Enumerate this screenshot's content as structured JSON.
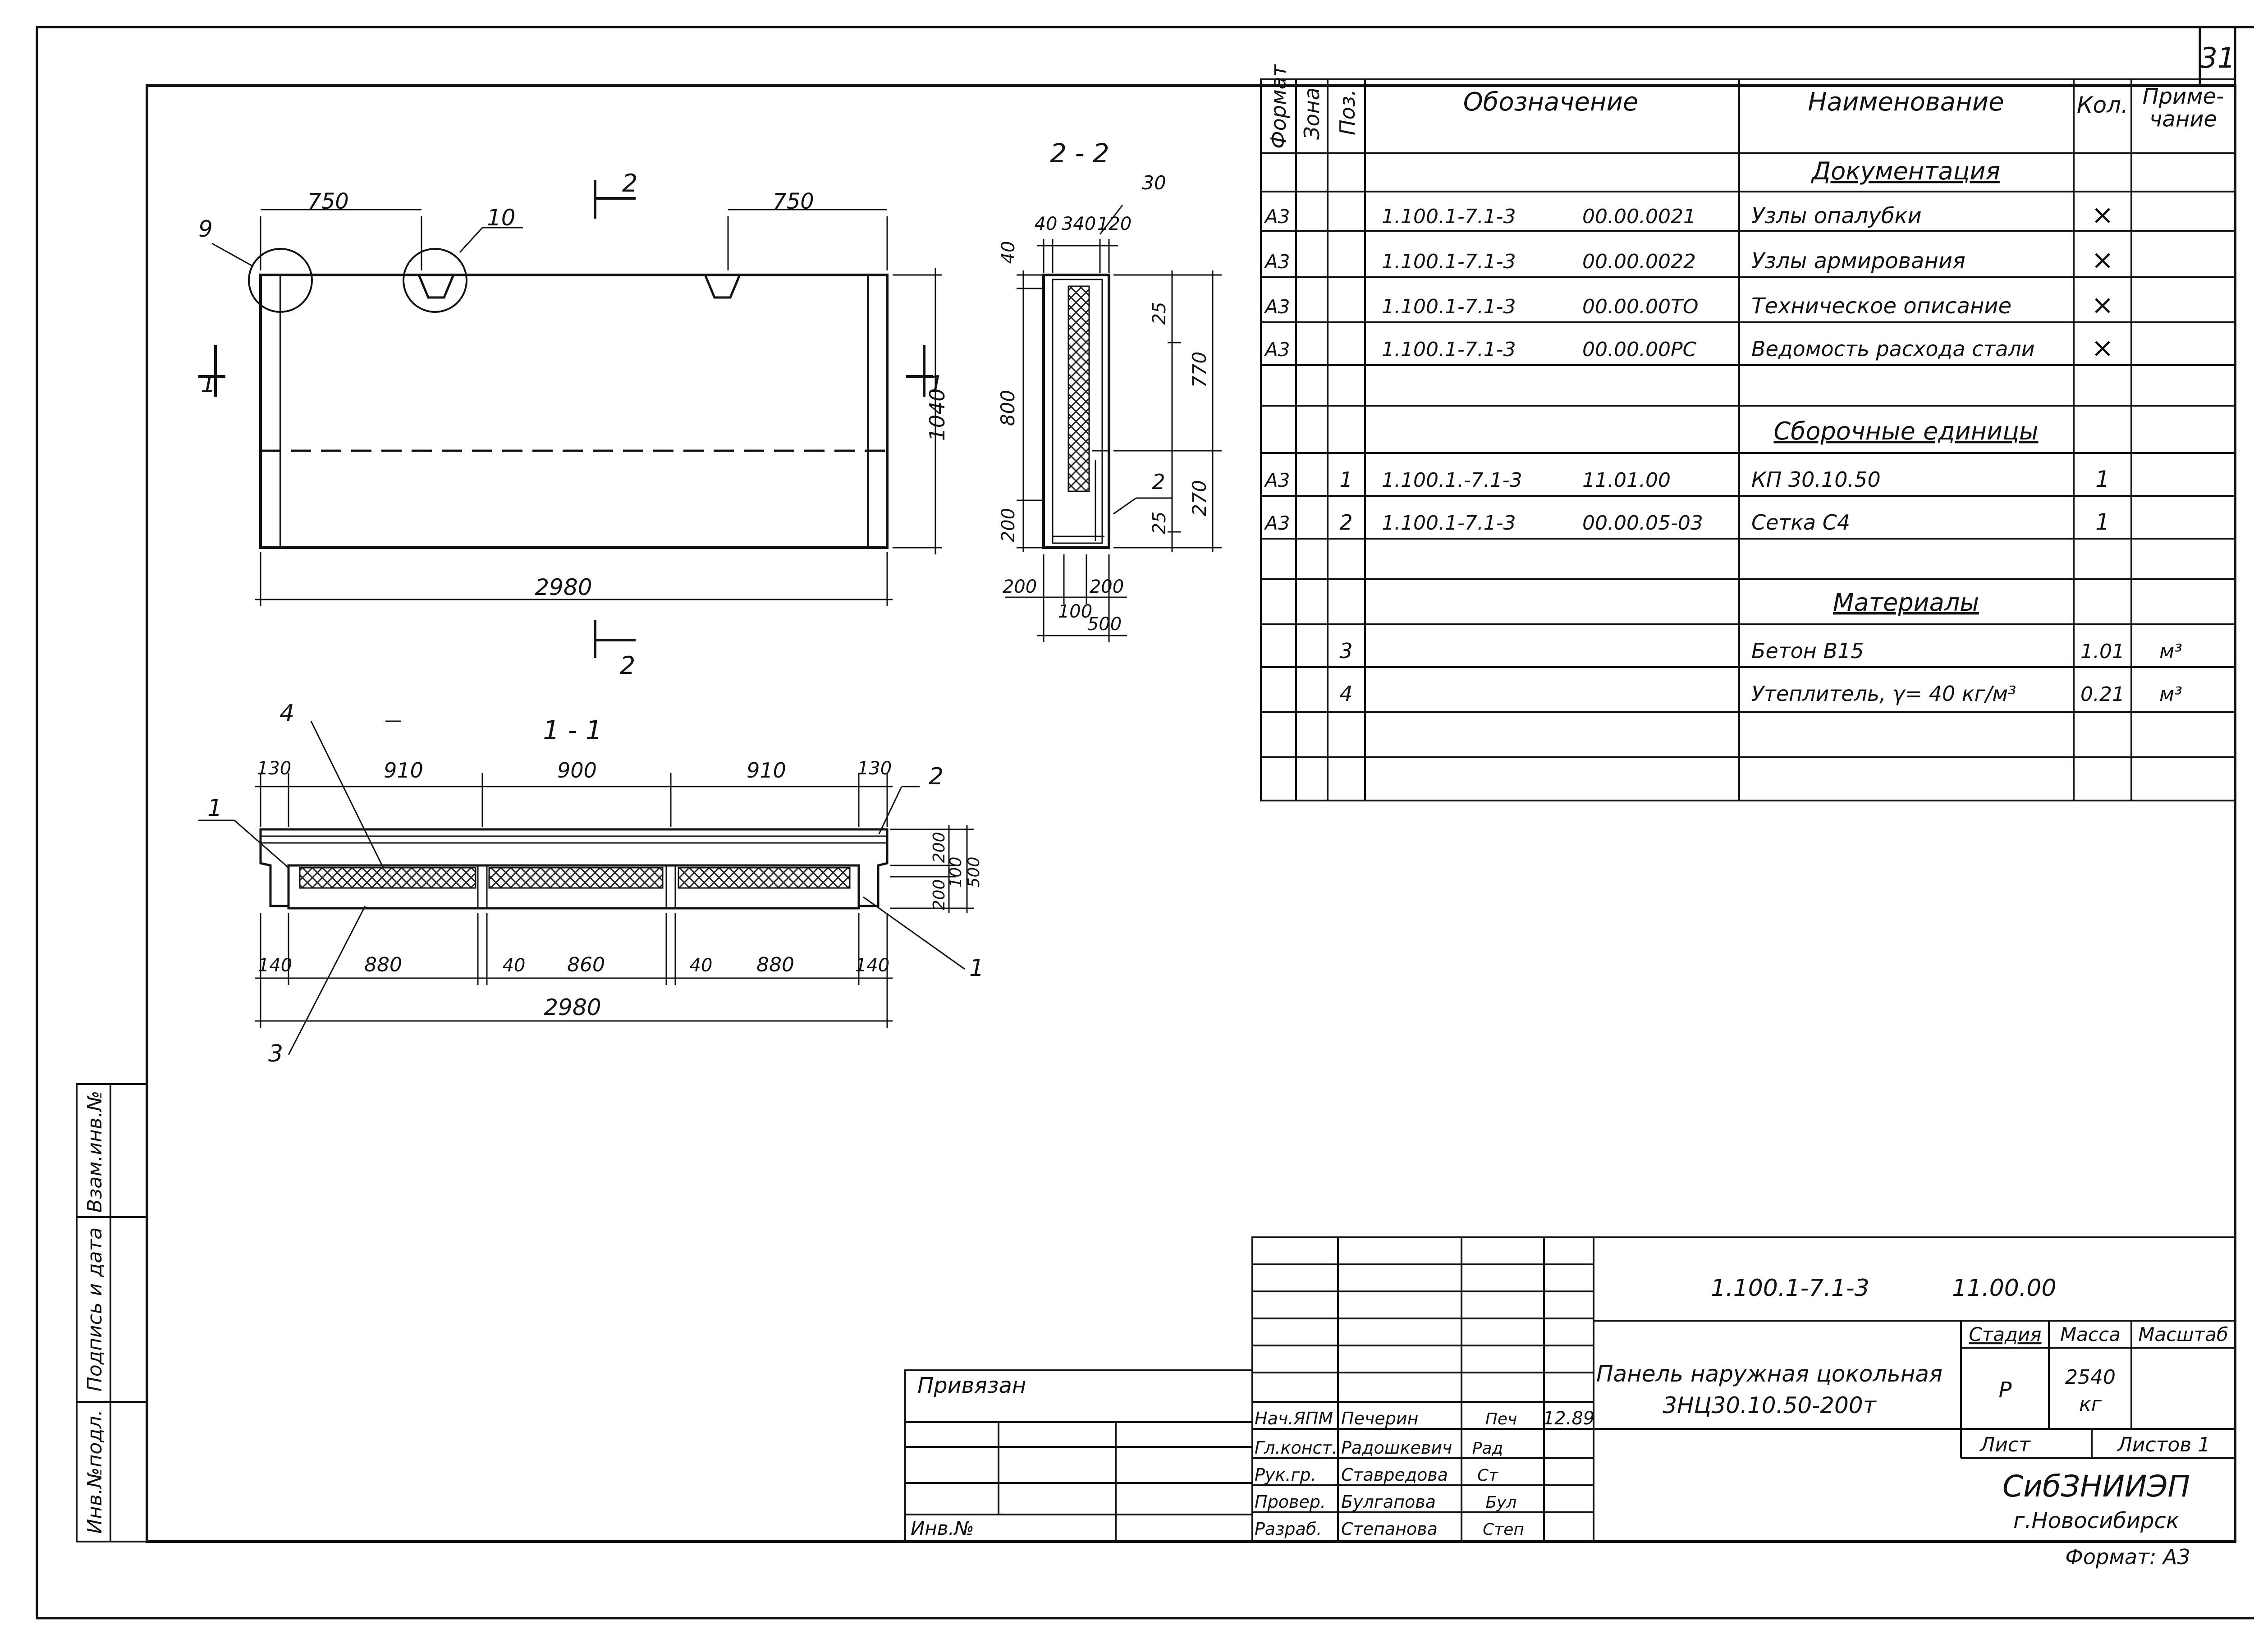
{
  "sheet_number": "31",
  "spec_table": {
    "headers": {
      "format": "Формат",
      "zone": "Зона",
      "pos": "Поз.",
      "designation": "Обозначение",
      "name": "Наименование",
      "qty": "Кол.",
      "note": "Приме-\nчание"
    },
    "sections": {
      "documentation": "Документация",
      "assembly_units": "Сборочные единицы",
      "materials": "Материалы"
    },
    "rows": [
      {
        "format": "А3",
        "pos": "",
        "doc": "1.100.1-7.1-3",
        "code": "00.00.0021",
        "name": "Узлы опалубки",
        "qty": "×",
        "note": ""
      },
      {
        "format": "А3",
        "pos": "",
        "doc": "1.100.1-7.1-3",
        "code": "00.00.0022",
        "name": "Узлы армирования",
        "qty": "×",
        "note": ""
      },
      {
        "format": "А3",
        "pos": "",
        "doc": "1.100.1-7.1-3",
        "code": "00.00.00ТО",
        "name": "Техническое описание",
        "qty": "×",
        "note": ""
      },
      {
        "format": "А3",
        "pos": "",
        "doc": "1.100.1-7.1-3",
        "code": "00.00.00РС",
        "name": "Ведомость расхода стали",
        "qty": "×",
        "note": ""
      },
      {
        "format": "А3",
        "pos": "1",
        "doc": "1.100.1.-7.1-3",
        "code": "11.01.00",
        "name": "КП 30.10.50",
        "qty": "1",
        "note": ""
      },
      {
        "format": "А3",
        "pos": "2",
        "doc": "1.100.1-7.1-3",
        "code": "00.00.05-03",
        "name": "Сетка С4",
        "qty": "1",
        "note": ""
      },
      {
        "format": "",
        "pos": "3",
        "doc": "",
        "code": "",
        "name": "Бетон В15",
        "qty": "1.01",
        "note": "м³"
      },
      {
        "format": "",
        "pos": "4",
        "doc": "",
        "code": "",
        "name": "Утеплитель, γ= 40 кг/м³",
        "qty": "0.21",
        "note": "м³"
      }
    ]
  },
  "drawing": {
    "section_2_2": "2 - 2",
    "section_1_1": "1 - 1",
    "cut_mark": "2",
    "cut_mark_side": "1",
    "callouts": {
      "c9": "9",
      "c10": "10",
      "c2": "2",
      "c30": "30",
      "c4": "4",
      "c1": "1",
      "c3": "3"
    },
    "elevation": {
      "w1": "750",
      "w2": "750",
      "height": "1040",
      "length": "2980"
    },
    "section22": {
      "top_a": "40",
      "top_b": "340",
      "top_c": "120",
      "left_40": "40",
      "left_800": "800",
      "left_200": "200",
      "right_25a": "25",
      "right_770": "770",
      "right_270": "270",
      "right_25b": "25",
      "bot_200a": "200",
      "bot_200b": "200",
      "bot_100": "100",
      "bot_500": "500"
    },
    "section11": {
      "top": [
        "130",
        "910",
        "900",
        "910",
        "130"
      ],
      "right": [
        "200",
        "100",
        "200",
        "500"
      ],
      "bottom": [
        "140",
        "880",
        "40",
        "860",
        "40",
        "880",
        "140"
      ],
      "total": "2980"
    }
  },
  "left_stamp": {
    "vzam": "Взам.инв.№",
    "podpis": "Подпись и дата",
    "inv": "Инв.№подл."
  },
  "title_block": {
    "privyazan": "Привязан",
    "inv_no": "Инв.№",
    "doc_code": "1.100.1-7.1-3",
    "doc_suffix": "11.00.00",
    "product_name_1": "Панель наружная цокольная",
    "product_name_2": "3НЦ30.10.50-200т",
    "stage_label": "Стадия",
    "mass_label": "Масса",
    "scale_label": "Масштаб",
    "stage": "Р",
    "mass": "2540",
    "mass_unit": "кг",
    "sheet_label": "Лист",
    "sheets_label": "Листов 1",
    "org_1": "СибЗНИИЭП",
    "org_2": "г.Новосибирск",
    "format": "Формат: А3",
    "date": "12.89",
    "roles": [
      {
        "role": "Нач.ЯПМ",
        "name": "Печерин",
        "sign": "Печ"
      },
      {
        "role": "Гл.конст.",
        "name": "Радошкевич",
        "sign": "Рад"
      },
      {
        "role": "Рук.гр.",
        "name": "Ставредова",
        "sign": "Ст"
      },
      {
        "role": "Провер.",
        "name": "Булгапова",
        "sign": "Бул"
      },
      {
        "role": "Разраб.",
        "name": "Степанова",
        "sign": "Степ"
      }
    ]
  }
}
